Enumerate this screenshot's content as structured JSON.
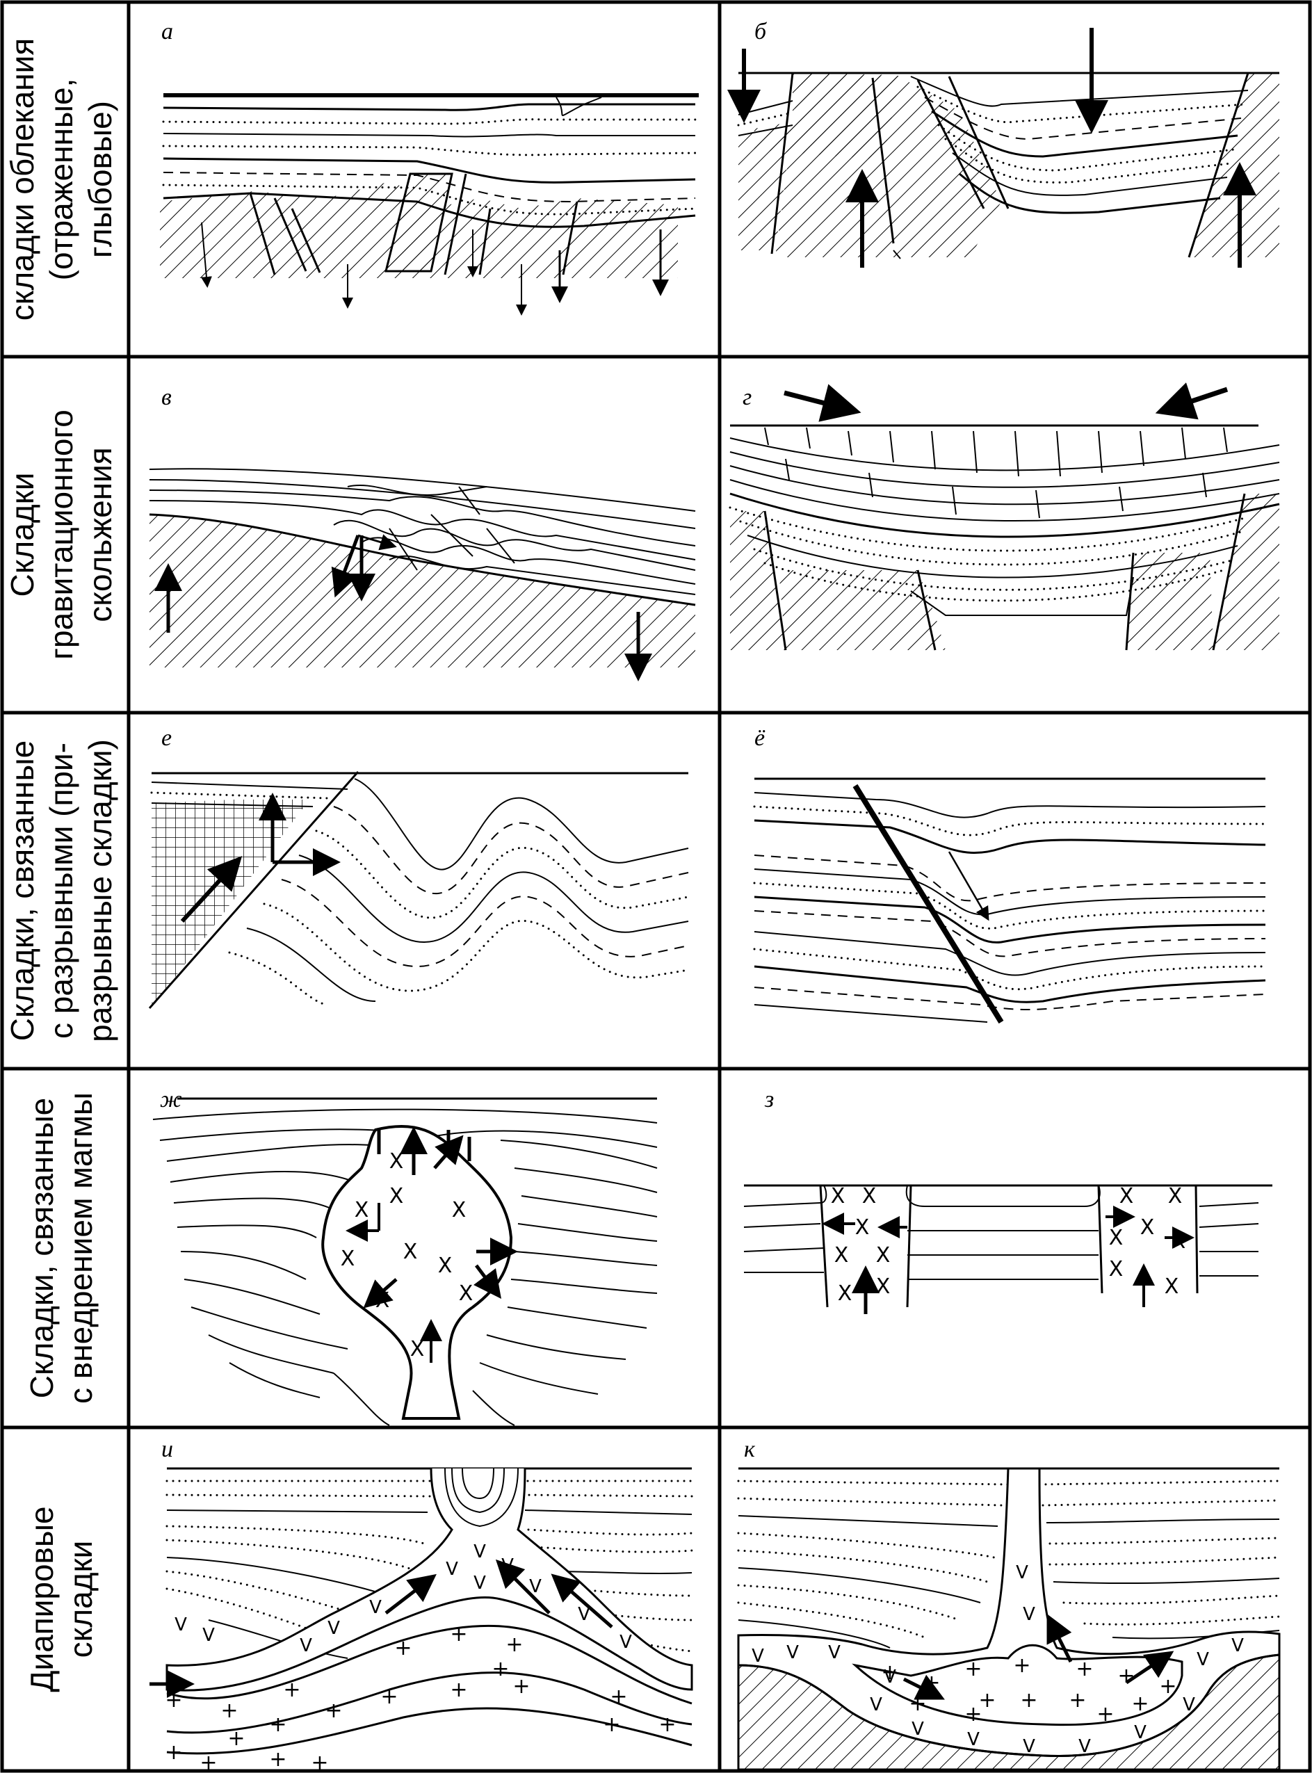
{
  "rows": [
    {
      "label_lines": [
        "складки облекания",
        "(отраженные,",
        "глыбовые)"
      ],
      "panels": [
        {
          "letter": "а"
        },
        {
          "letter": "б"
        }
      ]
    },
    {
      "label_lines": [
        "Складки",
        "гравитационного",
        "скольжения"
      ],
      "panels": [
        {
          "letter": "в"
        },
        {
          "letter": "г"
        }
      ]
    },
    {
      "label_lines": [
        "Складки, связанные",
        "с разрывными (при-",
        "разрывные складки)"
      ],
      "panels": [
        {
          "letter": "е"
        },
        {
          "letter": "ё"
        }
      ]
    },
    {
      "label_lines": [
        "Складки, связанные",
        "с внедрением магмы"
      ],
      "panels": [
        {
          "letter": "ж"
        },
        {
          "letter": "з"
        }
      ]
    },
    {
      "label_lines": [
        "Диапировые",
        "складки"
      ],
      "panels": [
        {
          "letter": "и"
        },
        {
          "letter": "к"
        }
      ]
    }
  ],
  "symbols": {
    "magma": "Х",
    "salt": "+",
    "caprock": "V"
  }
}
